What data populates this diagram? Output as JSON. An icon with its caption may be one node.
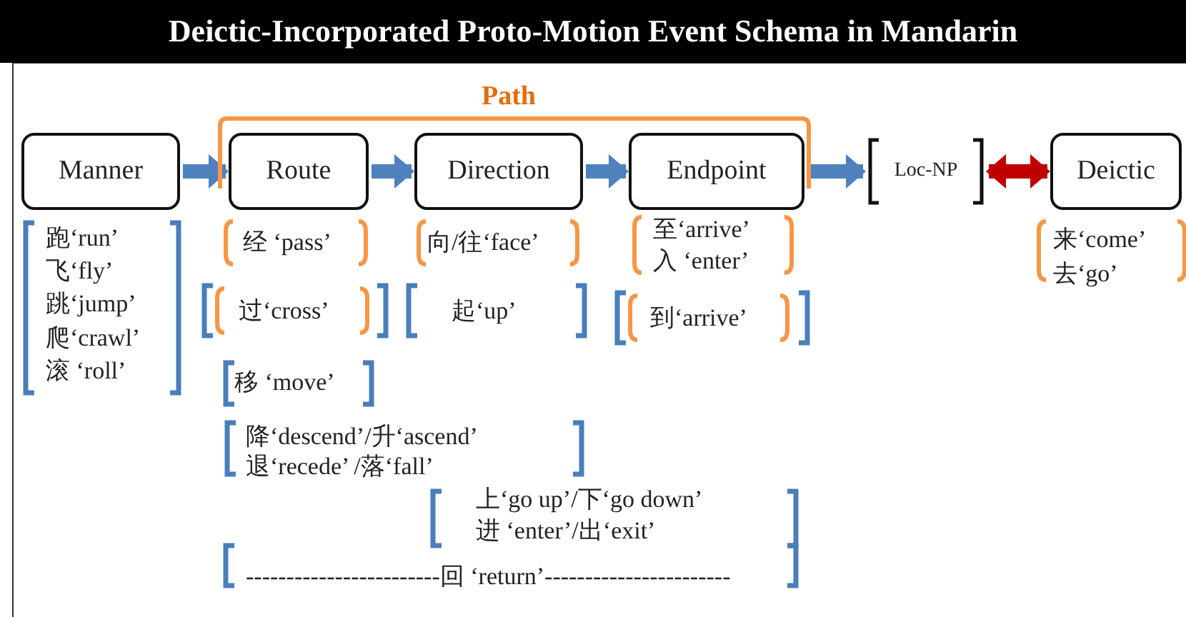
{
  "diagram": {
    "title": "Deictic-Incorporated Proto-Motion Event Schema in Mandarin",
    "nodes": [
      {
        "text": [
          "Manner"
        ]
      },
      {
        "text": [
          "Route"
        ]
      },
      {
        "text": [
          "Direction"
        ]
      },
      {
        "text": [
          "Endpoint"
        ]
      },
      {
        "text": [
          "Loc-NP"
        ]
      },
      {
        "text": [
          "Deictic"
        ]
      }
    ],
    "edges": [
      {
        "from": 0,
        "to": 1,
        "arrow": "to"
      },
      {
        "from": 1,
        "to": 2,
        "arrow": "to"
      },
      {
        "from": 2,
        "to": 3,
        "arrow": "to"
      },
      {
        "from": 3,
        "to": 4,
        "arrow": "to"
      },
      {
        "from": 4,
        "to": 5,
        "arrow": "both",
        "color": "#c00000"
      }
    ],
    "labels": [
      "Path",
      "跑‘run’",
      "飞‘fly’",
      "跳‘jump’",
      "爬‘crawl’",
      "滚 ‘roll’",
      "经 ‘pass’",
      "向/往‘face’",
      "至‘arrive’",
      "入 ‘enter’",
      "来‘come’",
      "去‘go’",
      "过‘cross’",
      "起‘up’",
      "到‘arrive’",
      "移 ‘move’",
      "降‘descend’/升‘ascend’",
      "退‘recede’ /落‘fall’",
      "上‘go up’/下‘go down’",
      "进 ‘enter’/出‘exit’",
      "------------------------回 ‘return’-----------------------"
    ]
  }
}
